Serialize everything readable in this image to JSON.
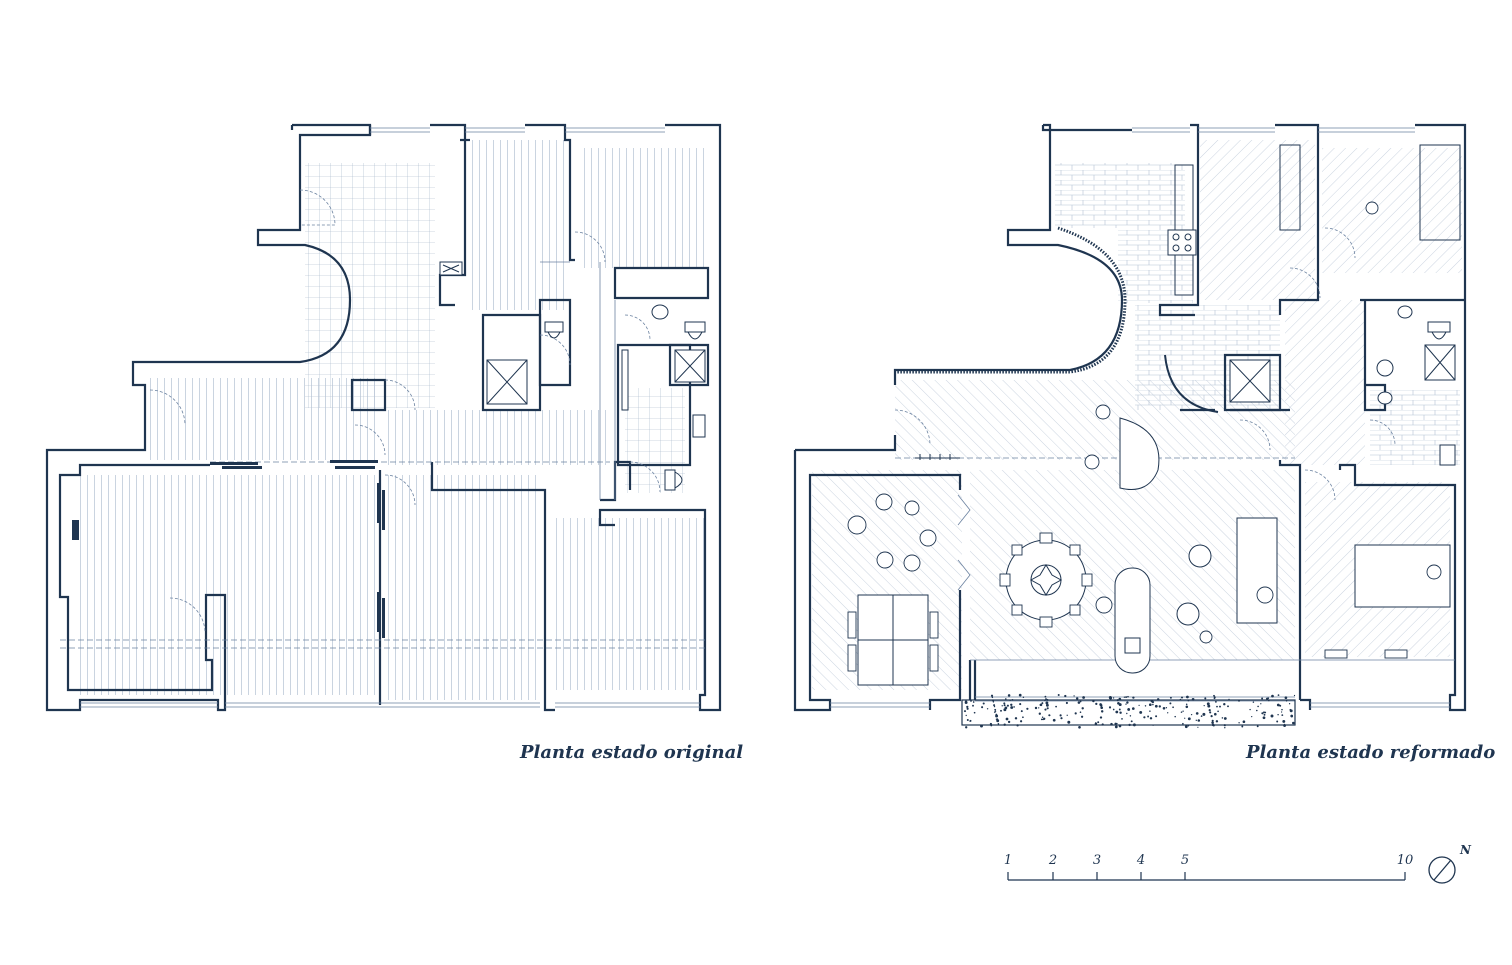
{
  "plans": {
    "original": {
      "caption": "Planta estado original"
    },
    "reformed": {
      "caption": "Planta estado reformado"
    }
  },
  "scale_bar": {
    "ticks": [
      "1",
      "2",
      "3",
      "4",
      "5",
      "10"
    ]
  },
  "north": {
    "label": "N"
  },
  "colors": {
    "wall": "#1f3550",
    "line": "#6b82a0",
    "hatch": "#aab8cc",
    "white": "#ffffff"
  }
}
